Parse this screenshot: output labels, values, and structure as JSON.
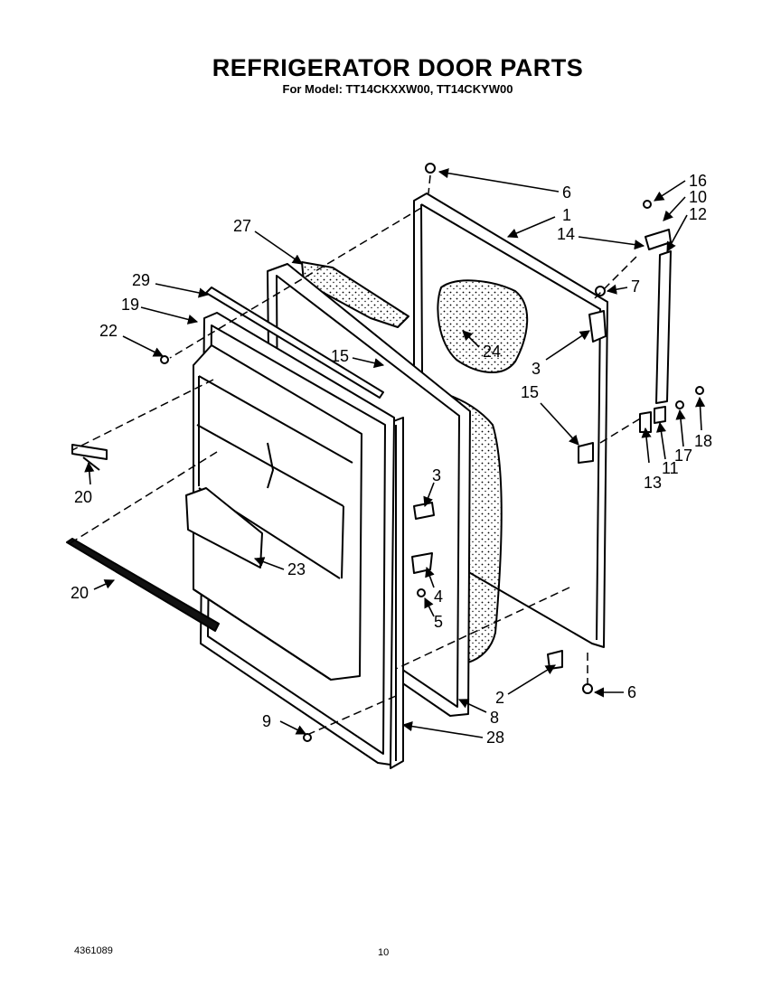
{
  "title": "REFRIGERATOR DOOR PARTS",
  "subtitle": "For Model: TT14CKXXW00, TT14CKYW00",
  "part_labels": [
    "6",
    "1",
    "16",
    "10",
    "12",
    "14",
    "7",
    "27",
    "29",
    "19",
    "22",
    "24",
    "15",
    "3",
    "15",
    "13",
    "11",
    "17",
    "18",
    "3",
    "20",
    "4",
    "5",
    "23",
    "20",
    "2",
    "6",
    "8",
    "9",
    "28"
  ],
  "footer": {
    "doc_number": "4361089",
    "page_number": "10"
  },
  "colors": {
    "line": "#000000",
    "background": "#ffffff"
  }
}
